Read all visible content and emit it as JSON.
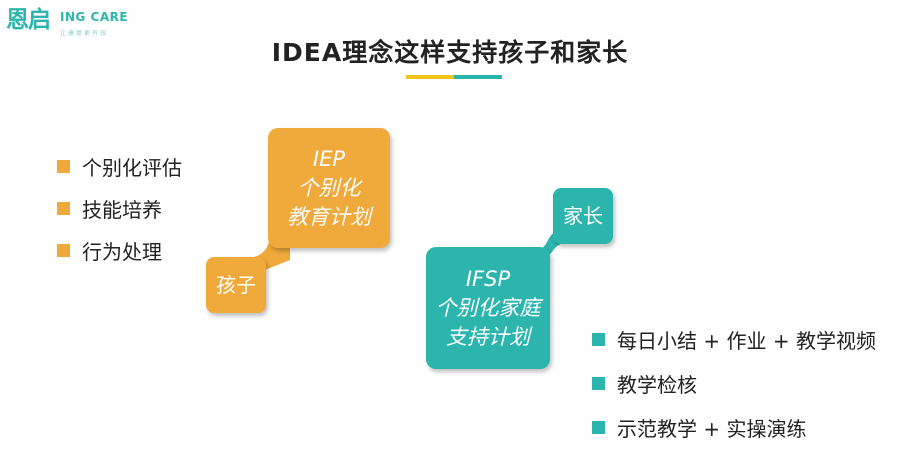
{
  "colors": {
    "orange": "#f0a93b",
    "teal": "#2bb5ad",
    "underline_yellow": "#f2c51b",
    "underline_teal": "#2bb5ad",
    "text": "#222222"
  },
  "logo": {
    "mark": "恩启",
    "name": "ING CARE",
    "tagline": "让康复更有效"
  },
  "title": "IDEA理念这样支持孩子和家长",
  "child_goals": [
    "个别化评估",
    "技能培养",
    "行为处理"
  ],
  "iep": {
    "line1": "IEP",
    "line2": "个别化",
    "line3": "教育计划"
  },
  "child_label": "孩子",
  "parent_label": "家长",
  "ifsp": {
    "line1": "IFSP",
    "line2": "个别化家庭",
    "line3": "支持计划"
  },
  "parent_supports": [
    "每日小结 + 作业 + 教学视频",
    "教学检核",
    "示范教学 + 实操演练"
  ]
}
